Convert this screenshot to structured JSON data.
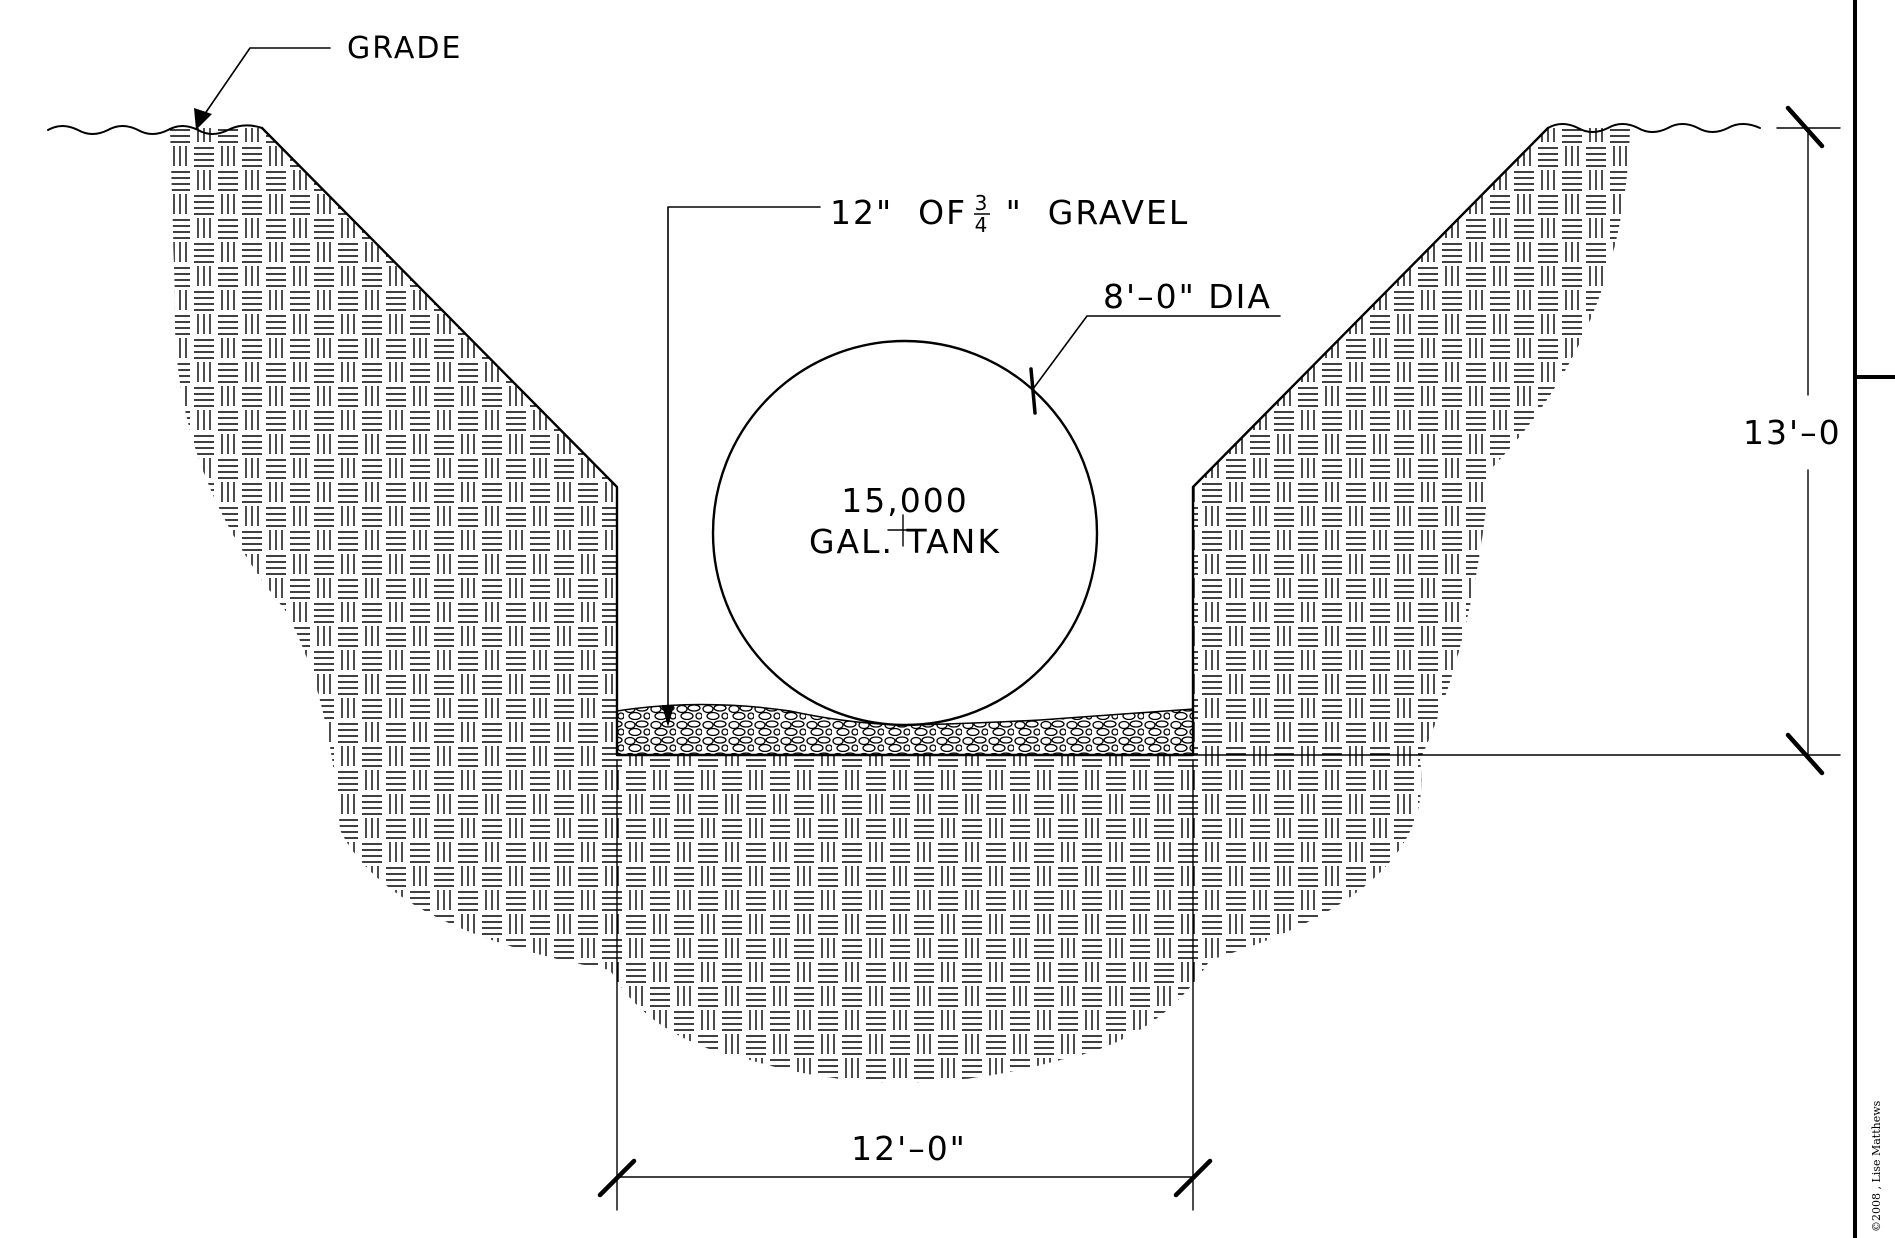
{
  "labels": {
    "grade": "GRADE",
    "gravel_prefix": "12\"  OF ",
    "gravel_frac_num": "3",
    "gravel_frac_den": "4",
    "gravel_suffix": "\"  GRAVEL",
    "tank_dia": "8'–0\"  DIA",
    "tank_line1": "15,000",
    "tank_line2": "GAL. TANK",
    "depth_dim": "13'–0",
    "width_dim": "12'–0\"",
    "copyright": "©2008 , Lise Matthews"
  },
  "colors": {
    "ink": "#000000",
    "paper": "#ffffff"
  }
}
